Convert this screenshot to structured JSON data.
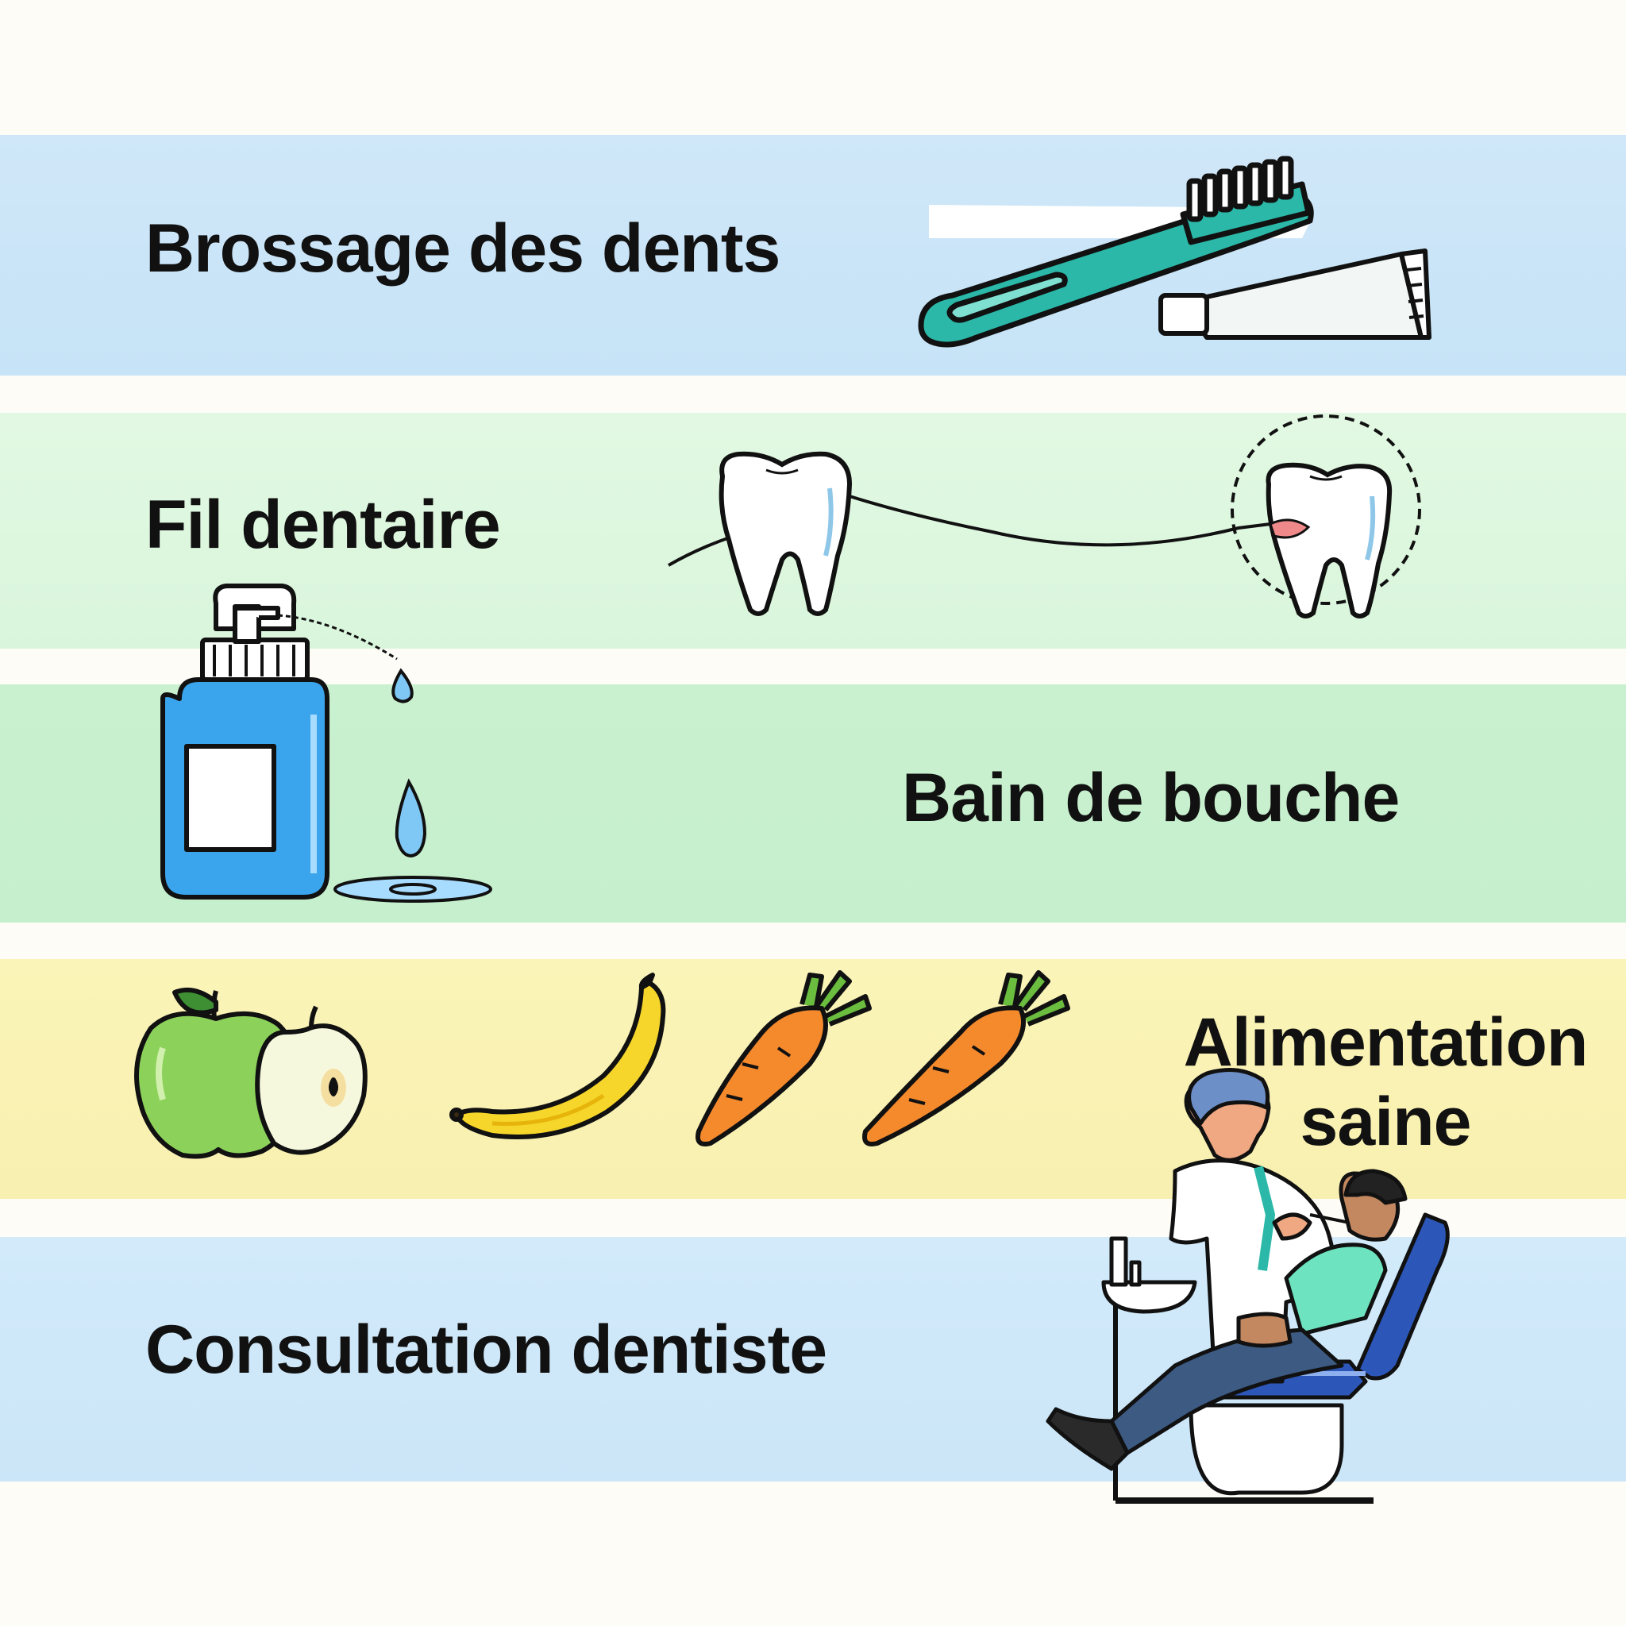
{
  "sections": [
    {
      "label": "Brossage des dents",
      "color": "#cbe5f8"
    },
    {
      "label": "Fil dentaire",
      "color": "#dcf7de"
    },
    {
      "label": "Bain de bouche",
      "color": "#c8f0ce"
    },
    {
      "label_line1": "Alimentation",
      "label_line2": "saine",
      "color": "#faf2b4"
    },
    {
      "label": "Consultation dentiste",
      "color": "#cee8f9"
    }
  ],
  "icons": [
    "toothbrush-icon",
    "toothpaste-icon",
    "tooth-icon",
    "floss-icon",
    "mouthwash-bottle-icon",
    "droplet-icon",
    "apple-icon",
    "banana-icon",
    "carrot-icon",
    "dentist-icon",
    "patient-icon",
    "dental-chair-icon"
  ]
}
